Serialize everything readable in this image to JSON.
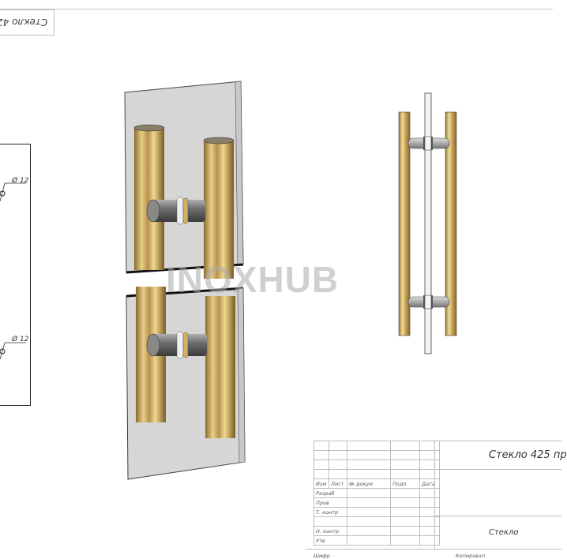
{
  "drawing": {
    "stamp_rotated": "Стекло 42",
    "dimension_labels": [
      "Ø 12",
      "Ø 12"
    ],
    "watermark": "INOXHUB",
    "colors": {
      "gold": "#c9a55a",
      "gold_light": "#f0d890",
      "gold_dark": "#8a6a2c",
      "glass": "#d6d6d6",
      "steel": "#6e6e6e",
      "line": "#bdbdbd"
    }
  },
  "title_block": {
    "title": "Стекло 425 пр",
    "material": "Стекло",
    "header_columns": [
      "Изм",
      "Лист",
      "№ докум",
      "Подп",
      "Дата"
    ],
    "rows": [
      "Разраб",
      "Пров",
      "Т. контр",
      "",
      "Н. контр",
      "Утв"
    ],
    "footer_left": "Шифр",
    "footer_center": "Копировал"
  }
}
